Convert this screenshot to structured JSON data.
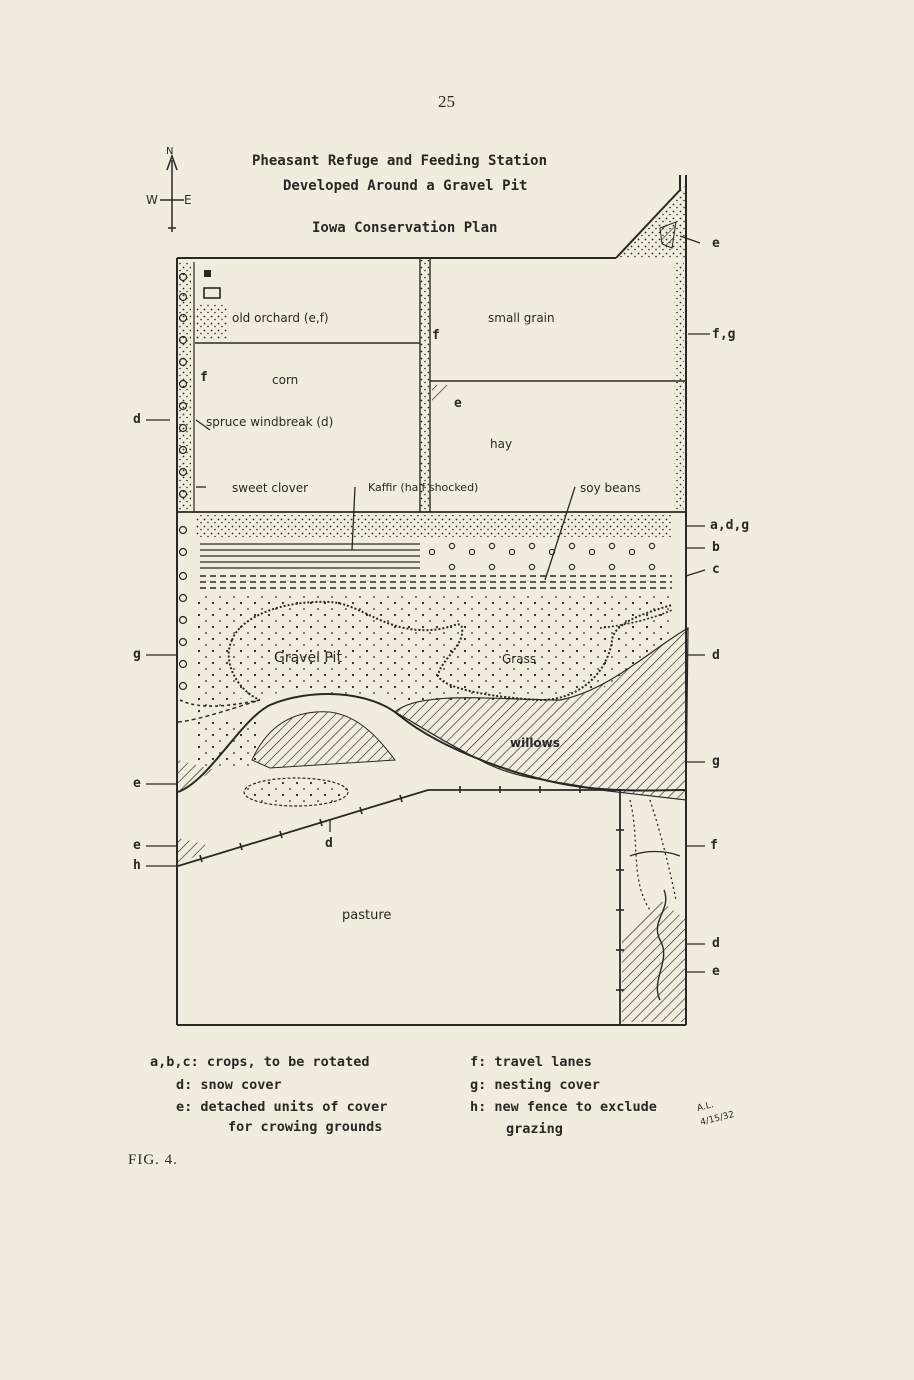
{
  "page_number": "25",
  "title": {
    "line1": "Pheasant Refuge and Feeding Station",
    "line2": "Developed Around a Gravel Pit",
    "line3": "Iowa Conservation Plan"
  },
  "compass": {
    "north": "N",
    "west": "W",
    "east": "E"
  },
  "areas": {
    "old_orchard": "old orchard (e,f)",
    "small_grain": "small grain",
    "corn": "corn",
    "spruce_windbreak": "spruce windbreak (d)",
    "hay": "hay",
    "sweet_clover": "sweet clover",
    "kaffir": "Kaffir (half shocked)",
    "soy_beans": "soy beans",
    "gravel_pit": "Gravel Pit",
    "grass": "Grass",
    "willows": "willows",
    "pasture": "pasture"
  },
  "inner_marks": {
    "f1": "f",
    "f2": "f",
    "e1": "e",
    "d1": "d"
  },
  "edge_labels": {
    "right": [
      "e",
      "f,g",
      "a,d,g",
      "b",
      "c",
      "d",
      "g",
      "f",
      "d",
      "e"
    ],
    "left": [
      "d",
      "g",
      "e",
      "e",
      "h"
    ]
  },
  "legend": {
    "abc": "a,b,c: crops, to be rotated",
    "d": "d: snow cover",
    "e1": "e: detached units of cover",
    "e2": "for crowing grounds",
    "f": "f: travel lanes",
    "g": "g: nesting cover",
    "h1": "h: new fence to exclude",
    "h2": "grazing"
  },
  "initials": {
    "line1": "A.L.",
    "line2": "4/15/32"
  },
  "figure_label": "FIG. 4."
}
